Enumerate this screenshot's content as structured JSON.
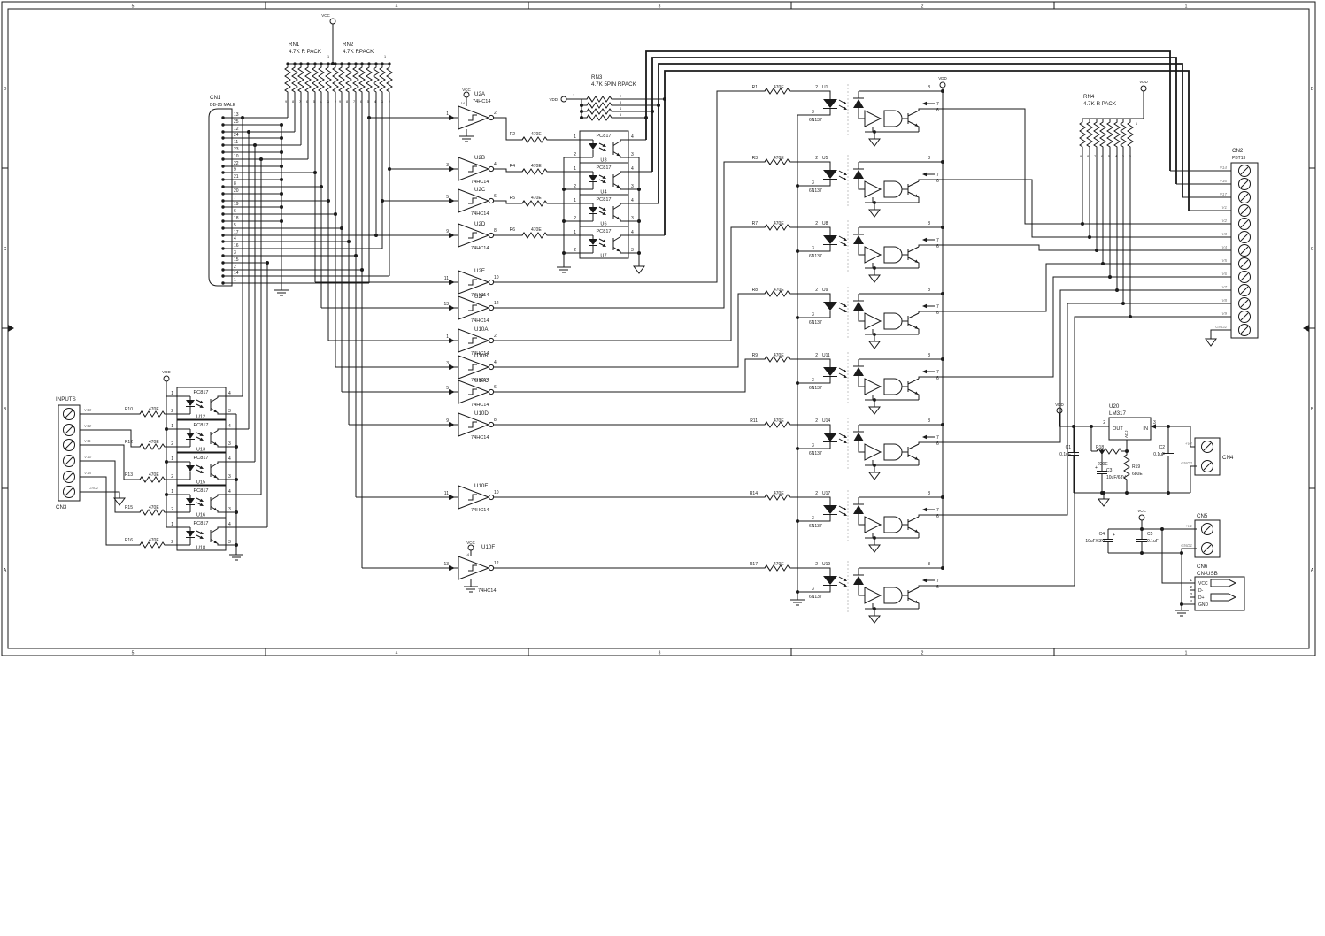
{
  "sheet": {
    "cols": [
      "5",
      "4",
      "3",
      "2",
      "1"
    ],
    "rows": [
      "D",
      "C",
      "B",
      "A"
    ]
  },
  "nets": {
    "vcc": "VCC",
    "vdd": "VDD"
  },
  "parts": {
    "inv": "74HC14",
    "pc817": "PC817",
    "n137": "6N137",
    "reg": "LM317"
  },
  "pc_pins": {
    "p1": "1",
    "p2": "2",
    "p3": "3",
    "p4": "4"
  },
  "n_pins": {
    "p2": "2",
    "p3": "3",
    "p8": "8",
    "p7": "7",
    "p6": "6"
  },
  "cn1": {
    "ref": "CN1",
    "type": "DB-25 MALE",
    "pins": [
      "13",
      "25",
      "12",
      "24",
      "11",
      "23",
      "10",
      "22",
      "9",
      "21",
      "8",
      "20",
      "7",
      "19",
      "6",
      "18",
      "5",
      "17",
      "4",
      "16",
      "3",
      "15",
      "2",
      "14",
      "1"
    ]
  },
  "rn1": {
    "ref": "RN1",
    "value": "4.7K R PACK",
    "pin1": "1",
    "pins": "9 8 7 6 5 4 3 2"
  },
  "rn2": {
    "ref": "RN2",
    "value": "4.7K RPACK",
    "pin1": "1",
    "pins": "9 8 7 6 5 4 3 2"
  },
  "rn3": {
    "ref": "RN3",
    "value": "4.7K 5PIN RPACK",
    "pins": [
      "1",
      "2",
      "3",
      "4",
      "5"
    ]
  },
  "rn4": {
    "ref": "RN4",
    "value": "4.7K R PACK",
    "pin1": "1",
    "pins": "9 8 7 6 5 4 3 2"
  },
  "inv": [
    {
      "ref": "U2A",
      "in": "1",
      "out": "2",
      "p14": "14"
    },
    {
      "ref": "U2B",
      "in": "3",
      "out": "4"
    },
    {
      "ref": "U2C",
      "in": "5",
      "out": "6"
    },
    {
      "ref": "U2D",
      "in": "9",
      "out": "8"
    },
    {
      "ref": "U2E",
      "in": "11",
      "out": "10"
    },
    {
      "ref": "U2F",
      "in": "13",
      "out": "12"
    },
    {
      "ref": "U10A",
      "in": "1",
      "out": "2"
    },
    {
      "ref": "U10B",
      "in": "3",
      "out": "4"
    },
    {
      "ref": "U10C",
      "in": "5",
      "out": "6"
    },
    {
      "ref": "U10D",
      "in": "9",
      "out": "8"
    },
    {
      "ref": "U10E",
      "in": "11",
      "out": "10"
    },
    {
      "ref": "U10F",
      "in": "13",
      "out": "12",
      "p14": "14"
    }
  ],
  "ctrl_rows": [
    {
      "r": "R2",
      "v": "470E",
      "ref": "U3"
    },
    {
      "r": "R4",
      "v": "470E",
      "ref": "U4"
    },
    {
      "r": "R5",
      "v": "470E",
      "ref": "U6"
    },
    {
      "r": "R6",
      "v": "470E",
      "ref": "U7"
    }
  ],
  "out_rows": [
    {
      "r": "R1",
      "v": "470E",
      "ref": "U1"
    },
    {
      "r": "R3",
      "v": "470E",
      "ref": "U5"
    },
    {
      "r": "R7",
      "v": "470E",
      "ref": "U8"
    },
    {
      "r": "R8",
      "v": "470E",
      "ref": "U9"
    },
    {
      "r": "R9",
      "v": "470E",
      "ref": "U11"
    },
    {
      "r": "R11",
      "v": "470E",
      "ref": "U14"
    },
    {
      "r": "R14",
      "v": "470E",
      "ref": "U17"
    },
    {
      "r": "R17",
      "v": "470E",
      "ref": "U19"
    }
  ],
  "in_rows": [
    {
      "r": "R10",
      "v": "470E",
      "ref": "U12"
    },
    {
      "r": "R12",
      "v": "470E",
      "ref": "U13"
    },
    {
      "r": "R13",
      "v": "470E",
      "ref": "U15"
    },
    {
      "r": "R15",
      "v": "470E",
      "ref": "U16"
    },
    {
      "r": "R16",
      "v": "470E",
      "ref": "U18"
    }
  ],
  "cn2": {
    "ref": "CN2",
    "type": "PBT13",
    "nets": [
      "V14",
      "V16",
      "V17",
      "V1",
      "V2",
      "V3",
      "V4",
      "V5",
      "V6",
      "V7",
      "V8",
      "V9",
      "GND2"
    ]
  },
  "cn3": {
    "ref": "CN3",
    "title": "INPUTS",
    "nets": [
      "V13",
      "V12",
      "V11",
      "V10",
      "V15",
      "Gnd2"
    ]
  },
  "reg": {
    "ref": "U20",
    "out": "OUT",
    "adj": "ADJ",
    "in": "IN",
    "p2": "2",
    "p3": "3"
  },
  "caps": {
    "c1": {
      "ref": "C1",
      "v": "0.1uF"
    },
    "c2": {
      "ref": "C2",
      "v": "0.1uF"
    },
    "c3": {
      "ref": "C3",
      "v": "10uF/63V"
    },
    "c4": {
      "ref": "C4",
      "v": "10uF/63V"
    },
    "c5": {
      "ref": "C5",
      "v": "0.1uF"
    },
    "plus": "+"
  },
  "r18": {
    "ref": "R18",
    "v": "220E"
  },
  "r19": {
    "ref": "R19",
    "v": "680E"
  },
  "cn4": {
    "ref": "CN4",
    "nets": [
      "+V2",
      "GND2"
    ]
  },
  "cn5": {
    "ref": "CN5",
    "nets": [
      "+V1",
      "GND1"
    ]
  },
  "cn6": {
    "ref": "CN6",
    "type": "CN-USB",
    "pins": [
      "1",
      "2",
      "3",
      "4"
    ],
    "signals": [
      "VCC",
      "D-",
      "D+",
      "GND"
    ]
  }
}
